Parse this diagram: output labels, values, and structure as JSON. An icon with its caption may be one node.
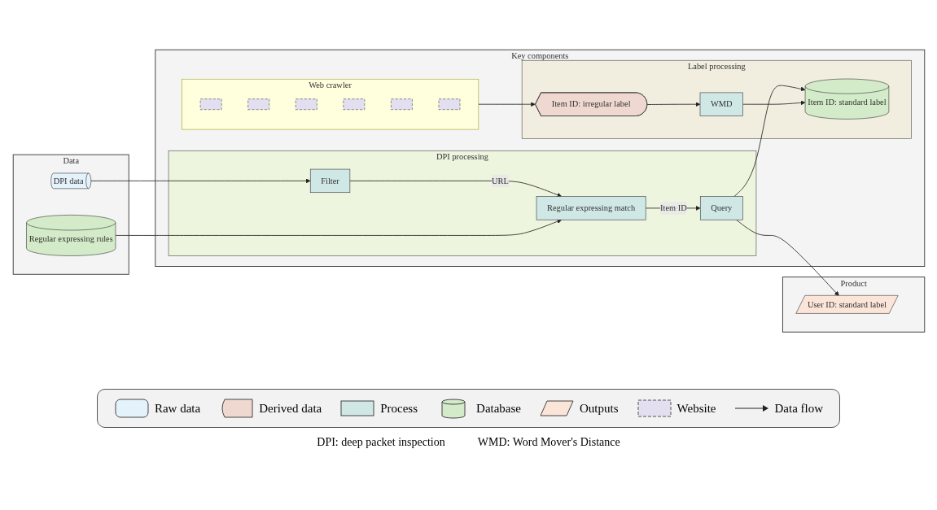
{
  "diagram": {
    "nodes": [
      {
        "text": [
          "Data"
        ]
      },
      {
        "text": [
          "DPI data"
        ],
        "in": 0
      },
      {
        "text": [
          "Regular expressing rules"
        ],
        "in": 0
      },
      {
        "text": [
          "Key components"
        ]
      },
      {
        "text": [
          "DPI processing"
        ],
        "in": 3
      },
      {
        "text": [
          "Filter"
        ],
        "in": 4
      },
      {
        "text": [
          "Regular expressing match"
        ],
        "in": 4
      },
      {
        "text": [
          "Query"
        ],
        "in": 4
      },
      {
        "text": [
          "Web crawler"
        ],
        "in": 3
      },
      {
        "text": [],
        "shape": "box",
        "in": 8
      },
      {
        "text": [],
        "shape": "box",
        "in": 8
      },
      {
        "text": [],
        "shape": "box",
        "in": 8
      },
      {
        "text": [],
        "shape": "box",
        "in": 8
      },
      {
        "text": [],
        "shape": "box",
        "in": 8
      },
      {
        "text": [],
        "shape": "box",
        "in": 8
      },
      {
        "text": [
          "Label processing"
        ],
        "in": 3
      },
      {
        "text": [
          "Item ID: irregular label"
        ],
        "in": 15
      },
      {
        "text": [
          "Item ID: standard label"
        ],
        "in": 15
      },
      {
        "text": [
          "WMD"
        ],
        "in": 15
      },
      {
        "text": [
          "Product"
        ]
      },
      {
        "text": [
          "User ID: standard label"
        ],
        "in": 19
      }
    ],
    "edges": [
      {
        "from": 1,
        "to": 5,
        "arrow": "to"
      },
      {
        "from": 5,
        "to": 6,
        "label": "URL",
        "arrow": "to"
      },
      {
        "from": 6,
        "to": 7,
        "label": "Item ID",
        "arrow": "to"
      },
      {
        "from": 7,
        "to": 20,
        "arrow": "to"
      },
      {
        "from": 7,
        "to": 17,
        "arrow": "to"
      },
      {
        "from": 2,
        "to": 6,
        "arrow": "to"
      },
      {
        "from": 8,
        "to": 16,
        "arrow": "to"
      },
      {
        "from": 16,
        "to": 18,
        "arrow": "to"
      },
      {
        "from": 18,
        "to": 17,
        "arrow": "to"
      }
    ],
    "labels": [
      "DPI: deep packet inspection",
      "WMD: Word Mover's Distance"
    ],
    "legend": [
      {
        "text": "Raw data"
      },
      {
        "text": "Derived data"
      },
      {
        "text": "Process"
      },
      {
        "text": "Database"
      },
      {
        "text": "Outputs"
      },
      {
        "text": "Website"
      },
      {
        "text": "Data flow"
      }
    ]
  }
}
